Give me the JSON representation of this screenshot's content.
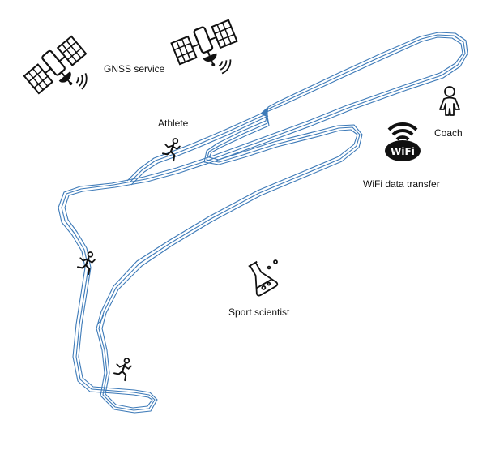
{
  "labels": {
    "gnss": "GNSS service",
    "athlete": "Athlete",
    "coach": "Coach",
    "wifi_transfer": "WiFi data transfer",
    "scientist": "Sport scientist",
    "wifi_badge": "WiFi"
  },
  "icons": {
    "satellite_left": "satellite-icon",
    "satellite_right": "satellite-icon",
    "runner_top": "runner-icon",
    "runner_mid": "runner-icon",
    "runner_bottom": "runner-icon",
    "coach": "person-icon",
    "wifi": "wifi-icon",
    "flask": "flask-icon"
  },
  "colors": {
    "track": "#3d7ab8",
    "icon": "#111111",
    "background": "#ffffff"
  }
}
